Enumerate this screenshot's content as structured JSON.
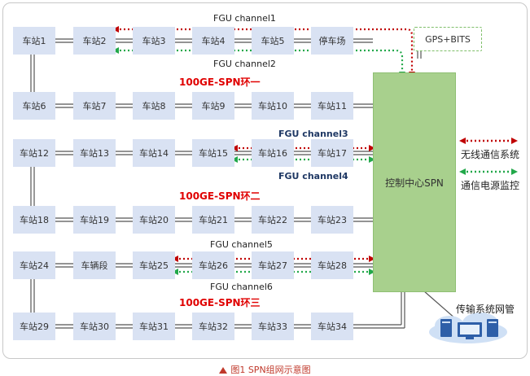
{
  "stations": {
    "r1": [
      "车站1",
      "车站2",
      "车站3",
      "车站4",
      "车站5",
      "停车场"
    ],
    "r2": [
      "车站6",
      "车站7",
      "车站8",
      "车站9",
      "车站10",
      "车站11"
    ],
    "r3": [
      "车站12",
      "车站13",
      "车站14",
      "车站15",
      "车站16",
      "车站17"
    ],
    "r4": [
      "车站18",
      "车站19",
      "车站20",
      "车站21",
      "车站22",
      "车站23"
    ],
    "r5": [
      "车站24",
      "车辆段",
      "车站25",
      "车站26",
      "车站27",
      "车站28"
    ],
    "r6": [
      "车站29",
      "车站30",
      "车站31",
      "车站32",
      "车站33",
      "车站34"
    ]
  },
  "center_label": "控制中心SPN",
  "gps_label": "GPS+BITS",
  "fgu": {
    "ch1": "FGU channel1",
    "ch2": "FGU channel2",
    "ch3": "FGU channel3",
    "ch4": "FGU channel4",
    "ch5": "FGU channel5",
    "ch6": "FGU channel6"
  },
  "rings": {
    "ring1": "100GE-SPN环一",
    "ring2": "100GE-SPN环二",
    "ring3": "100GE-SPN环三"
  },
  "legend": {
    "wireless": "无线通信系统",
    "power": "通信电源监控"
  },
  "nms_label": "传输系统网管",
  "caption": "图1 SPN组网示意图",
  "colors": {
    "station_fill": "#d9e2f3",
    "center_fill": "#a8d08d",
    "red_dotted": "#c00000",
    "green_dotted": "#22a84a",
    "ring_label": "#e00000"
  }
}
